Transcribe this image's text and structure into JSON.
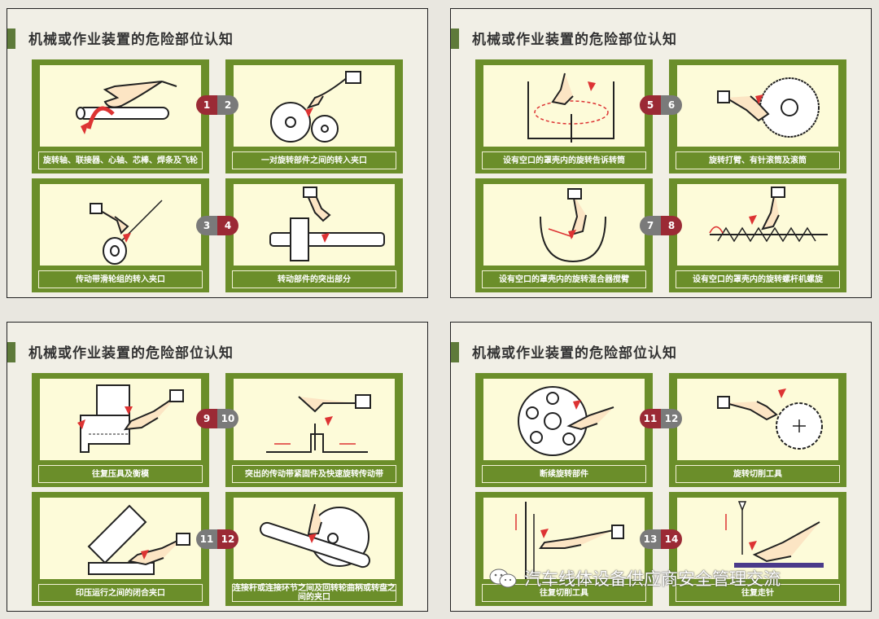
{
  "slides": [
    {
      "title": "机械或作业装置的危险部位认知",
      "cards": [
        {
          "caption": "旋转轴、联接器、心轴、芯棒、焊条及飞轮",
          "icon": "rotating-shaft-hand-illustration"
        },
        {
          "caption": "一对旋转部件之间的转入夹口",
          "icon": "roller-pair-nip-illustration"
        },
        {
          "caption": "传动带滑轮组的转入夹口",
          "icon": "belt-pulley-nip-illustration"
        },
        {
          "caption": "转动部件的突出部分",
          "icon": "rotating-protrusion-illustration"
        }
      ],
      "pills": [
        {
          "left": "1",
          "right": "2"
        },
        {
          "left": "3",
          "right": "4"
        }
      ]
    },
    {
      "title": "机械或作业装置的危险部位认知",
      "cards": [
        {
          "caption": "设有空口的罩壳内的旋转告诉转筒",
          "icon": "enclosed-drum-illustration"
        },
        {
          "caption": "旋转打臂、有针滚筒及滚筒",
          "icon": "spiked-drum-illustration"
        },
        {
          "caption": "设有空口的罩壳内的旋转混合器搅臂",
          "icon": "mixer-arm-illustration"
        },
        {
          "caption": "设有空口的罩壳内的旋转螺杆机螺旋",
          "icon": "screw-conveyor-illustration"
        }
      ],
      "pills": [
        {
          "left": "5",
          "right": "6"
        },
        {
          "left": "7",
          "right": "8"
        }
      ]
    },
    {
      "title": "机械或作业装置的危险部位认知",
      "cards": [
        {
          "caption": "往复压具及衡模",
          "icon": "reciprocating-press-illustration"
        },
        {
          "caption": "突出的传动带紧固件及快速旋转传动带",
          "icon": "belt-fastener-illustration"
        },
        {
          "caption": "印压运行之间的闭合夹口",
          "icon": "closing-press-nip-illustration"
        },
        {
          "caption": "连接杆或连接环节之间及回转轮曲柄或转盘之间的夹口",
          "icon": "linkage-crank-illustration"
        }
      ],
      "pills": [
        {
          "left": "9",
          "right": "10"
        },
        {
          "left": "11",
          "right": "12"
        }
      ]
    },
    {
      "title": "机械或作业装置的危险部位认知",
      "cards": [
        {
          "caption": "断续旋转部件",
          "icon": "intermittent-rotation-illustration"
        },
        {
          "caption": "旋转切削工具",
          "icon": "rotating-cutter-illustration"
        },
        {
          "caption": "往复切削工具",
          "icon": "reciprocating-cutter-illustration"
        },
        {
          "caption": "往复走针",
          "icon": "reciprocating-needle-illustration"
        }
      ],
      "pills": [
        {
          "left": "11",
          "right": "12"
        },
        {
          "left": "13",
          "right": "14"
        }
      ]
    }
  ],
  "watermark": {
    "text": "汽车线体设备供应商安全管理交流",
    "icon": "wechat-icon"
  },
  "colors": {
    "green": "#6b8e2a",
    "cream": "#fdfbd9",
    "red": "#9b2a35",
    "gray": "#7a7a7a"
  }
}
